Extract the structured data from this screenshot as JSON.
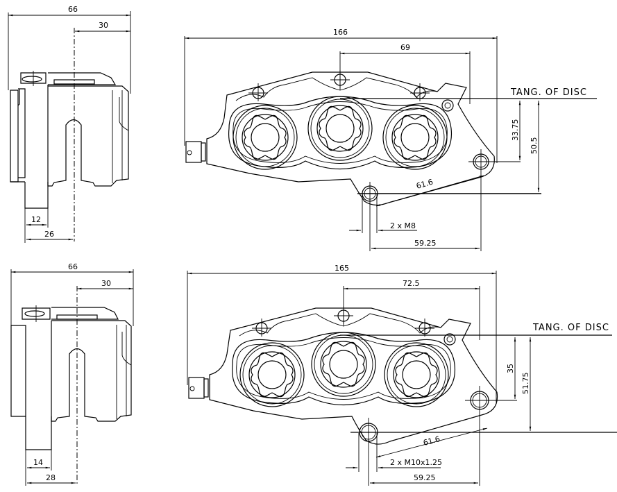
{
  "title": "Brake caliper dimension drawing",
  "views": [
    {
      "id": "top",
      "side_view": {
        "overall_width": "66",
        "offset_right": "30",
        "mount_width": "12",
        "mount_offset": "26"
      },
      "front_view": {
        "overall_length": "166",
        "mount_spacing_top": "69",
        "tangent_label": "TANG. OF DISC",
        "radial_offset_1": "33.75",
        "radial_offset_2": "50.5",
        "mount_hole_distance": "61.6",
        "thread_spec": "2 x M8",
        "mount_horizontal": "59.25"
      }
    },
    {
      "id": "bottom",
      "side_view": {
        "overall_width": "66",
        "offset_right": "30",
        "mount_width": "14",
        "mount_offset": "28"
      },
      "front_view": {
        "overall_length": "165",
        "mount_spacing_top": "72.5",
        "tangent_label": "TANG. OF DISC",
        "radial_offset_1": "35",
        "radial_offset_2": "51.75",
        "mount_hole_distance": "61.6",
        "thread_spec": "2 x M10x1.25",
        "mount_horizontal": "59.25"
      }
    }
  ]
}
